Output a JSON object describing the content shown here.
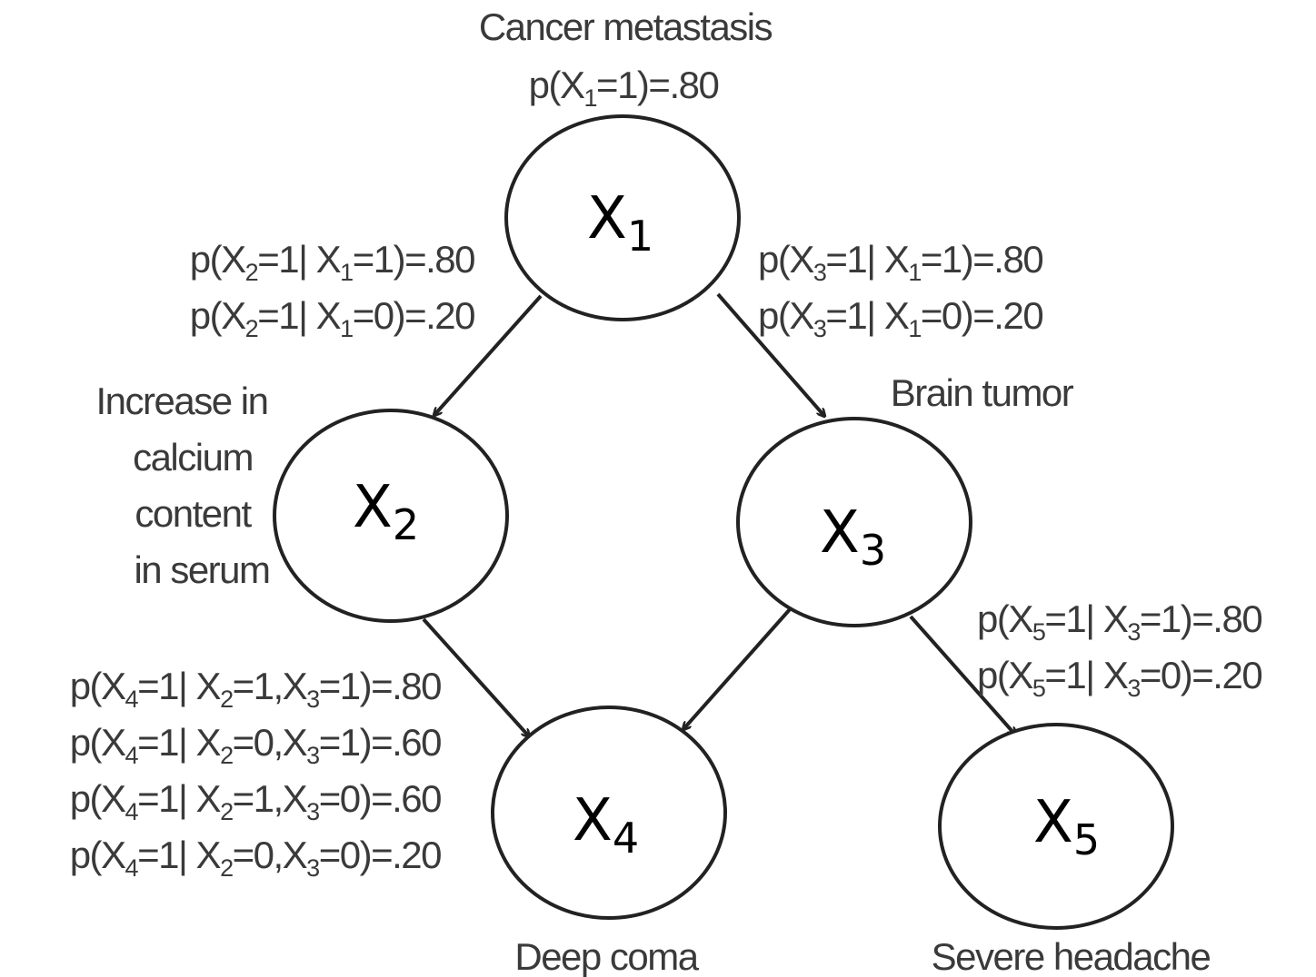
{
  "nodes": [
    {
      "id": "x1",
      "var": "X",
      "sub": "1",
      "caption": [
        "Cancer metastasis"
      ],
      "prior": "p(X{1}=1)=.80"
    },
    {
      "id": "x2",
      "var": "X",
      "sub": "2",
      "caption": [
        "Increase in",
        "calcium",
        "content",
        "in serum"
      ]
    },
    {
      "id": "x3",
      "var": "X",
      "sub": "3",
      "caption": [
        "Brain tumor"
      ]
    },
    {
      "id": "x4",
      "var": "X",
      "sub": "4",
      "caption": [
        "Deep coma"
      ]
    },
    {
      "id": "x5",
      "var": "X",
      "sub": "5",
      "caption": [
        "Severe headache"
      ]
    }
  ],
  "edges": [
    {
      "from": "x1",
      "to": "x2"
    },
    {
      "from": "x1",
      "to": "x3"
    },
    {
      "from": "x2",
      "to": "x4"
    },
    {
      "from": "x3",
      "to": "x4"
    },
    {
      "from": "x3",
      "to": "x5"
    }
  ],
  "cpts": {
    "x2": [
      "p(X{2}=1| X{1}=1)=.80",
      "p(X{2}=1| X{1}=0)=.20"
    ],
    "x3": [
      "p(X{3}=1| X{1}=1)=.80",
      "p(X{3}=1| X{1}=0)=.20"
    ],
    "x4": [
      "p(X{4}=1| X{2}=1,X{3}=1)=.80",
      "p(X{4}=1| X{2}=0,X{3}=1)=.60",
      "p(X{4}=1| X{2}=1,X{3}=0)=.60",
      "p(X{4}=1| X{2}=0,X{3}=0)=.20"
    ],
    "x5": [
      "p(X{5}=1| X{3}=1)=.80",
      "p(X{5}=1| X{3}=0)=.20"
    ]
  }
}
